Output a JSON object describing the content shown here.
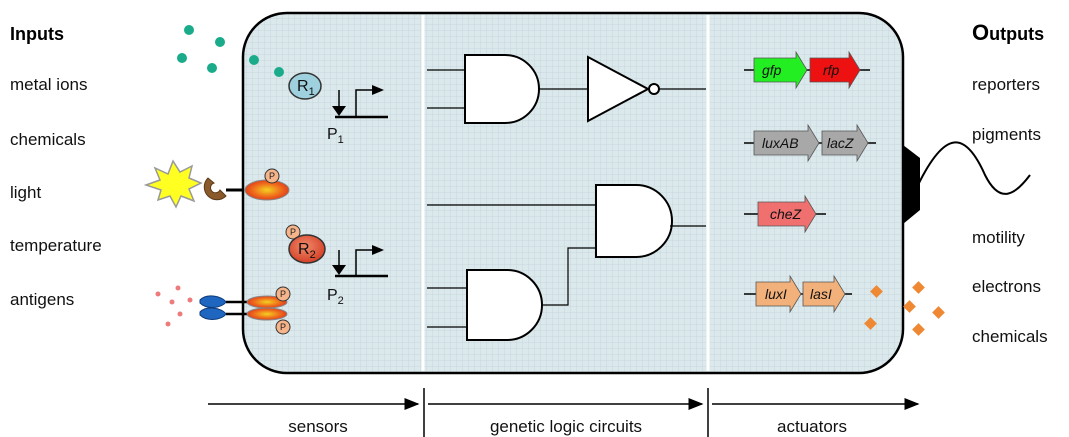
{
  "inputs": {
    "heading_initial": "I",
    "heading_rest": "nputs",
    "items": [
      "metal ions",
      "chemicals",
      "light",
      "temperature",
      "antigens"
    ]
  },
  "outputs": {
    "heading_initial": "O",
    "heading_rest": "utputs",
    "items": [
      "reporters",
      "pigments",
      "motility",
      "electrons",
      "chemicals"
    ]
  },
  "sensors": {
    "promoter1": {
      "regulator": "R",
      "regulator_sub": "1",
      "label": "P",
      "label_sub": "1"
    },
    "promoter2": {
      "regulator": "R",
      "regulator_sub": "2",
      "label": "P",
      "label_sub": "2"
    },
    "phospho_mark": "P"
  },
  "actuators": {
    "genes": [
      {
        "name": "gfp",
        "color": "#22ee22"
      },
      {
        "name": "rfp",
        "color": "#ee1111"
      },
      {
        "name": "luxAB",
        "color": "#a8a8a8"
      },
      {
        "name": "lacZ",
        "color": "#a8a8a8"
      },
      {
        "name": "cheZ",
        "color": "#f07070"
      },
      {
        "name": "luxI",
        "color": "#f2b07a"
      },
      {
        "name": "lasI",
        "color": "#f2b07a"
      }
    ]
  },
  "bottom_labels": {
    "sensors": "sensors",
    "circuits": "genetic logic circuits",
    "actuators": "actuators"
  },
  "colors": {
    "cell_fill": "#dbe8ec",
    "grid": "#c2d4da",
    "input_dots": "#1aab8a",
    "antigen_dots": "#ee7b7b",
    "output_diamonds": "#ee8833"
  }
}
